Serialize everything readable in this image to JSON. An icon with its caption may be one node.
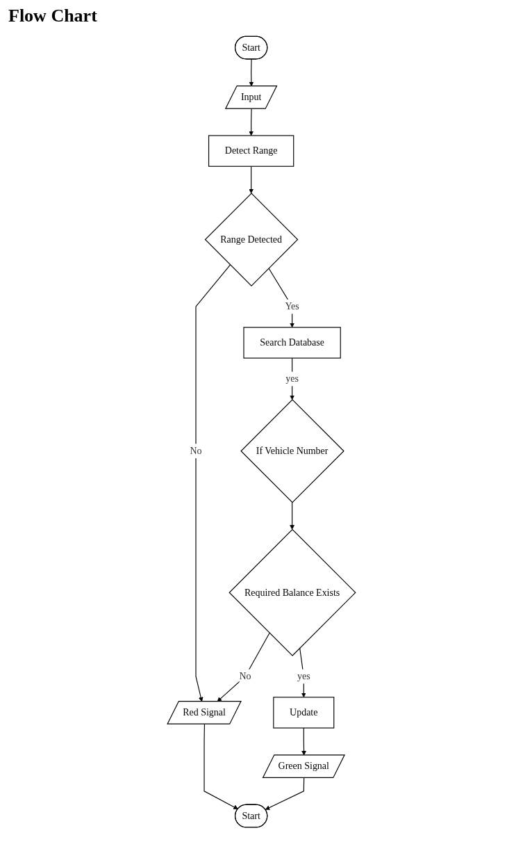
{
  "diagram": {
    "title": "Flow Chart",
    "nodes": [
      {
        "text": [
          "Start"
        ]
      },
      {
        "text": [
          "Input"
        ]
      },
      {
        "text": [
          "Detect Range"
        ]
      },
      {
        "text": [
          "Start"
        ]
      },
      {
        "text": [
          "Green Signal"
        ]
      },
      {
        "text": [
          "Red Signal"
        ]
      },
      {
        "text": [
          "Range Detected"
        ]
      },
      {
        "text": [
          "Search Database"
        ]
      },
      {
        "text": [
          "Update"
        ]
      },
      {
        "text": [
          "Required Balance Exists"
        ]
      },
      {
        "text": [
          "If Vehicle Number"
        ]
      }
    ],
    "edges": [
      {
        "from": 0,
        "to": 1,
        "arrow": "to"
      },
      {
        "from": 1,
        "to": 2,
        "arrow": "to"
      },
      {
        "from": 2,
        "to": 6,
        "arrow": "to"
      },
      {
        "from": 6,
        "to": 5,
        "arrow": "to",
        "label": "No"
      },
      {
        "from": 6,
        "to": 7,
        "arrow": "to",
        "label": "Yes"
      },
      {
        "from": 7,
        "to": 10,
        "arrow": "to",
        "label": "yes"
      },
      {
        "from": 10,
        "to": 9,
        "arrow": "to"
      },
      {
        "from": 9,
        "to": 5,
        "arrow": "to",
        "label": "No"
      },
      {
        "from": 9,
        "to": 8,
        "arrow": "to",
        "label": "yes"
      },
      {
        "from": 8,
        "to": 4,
        "arrow": "to"
      },
      {
        "from": 4,
        "to": 3,
        "arrow": "to"
      },
      {
        "from": 5,
        "to": 3,
        "arrow": "to"
      }
    ]
  }
}
